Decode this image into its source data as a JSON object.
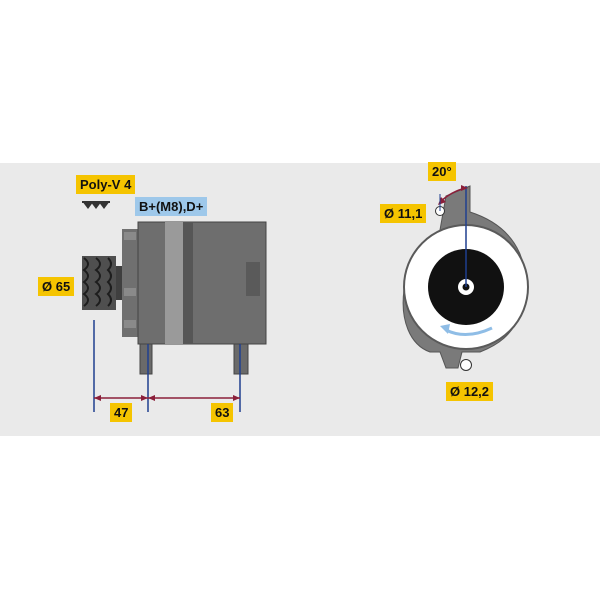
{
  "colors": {
    "background_panel": "#eaeaea",
    "label_yellow": "#f5c400",
    "connector_blue": "#9ec8ea",
    "dimension_line": "#8b1f3a",
    "body_gray": "#6e6e6e",
    "accent_blue": "#1f3f8f"
  },
  "labels": {
    "belt_type": "Poly-V 4",
    "connector": "B+(M8),D+",
    "pulley_diameter": "Ø 65",
    "dim_pulley_to_mount": "47",
    "dim_mount_spacing": "63",
    "angle": "20°",
    "upper_hole": "Ø 11,1",
    "lower_hole": "Ø 12,2"
  },
  "icons": {
    "belt_profile": "poly-v-groove-icon",
    "rotation": "rotation-arrow-icon"
  }
}
